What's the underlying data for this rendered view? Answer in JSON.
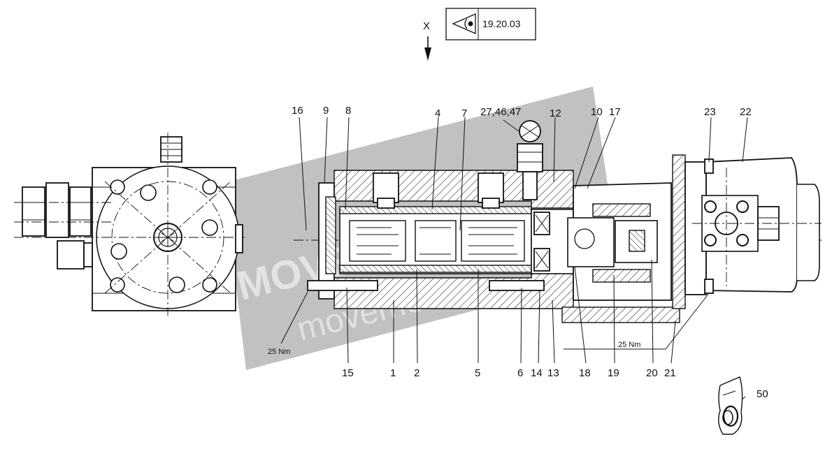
{
  "view": {
    "direction_label": "X",
    "reference_code": "19.20.03",
    "eye_icon": "eye-view-icon"
  },
  "watermark": {
    "brand": "MOVE",
    "sub": "movement"
  },
  "callouts": {
    "c16": "16",
    "c9": "9",
    "c8": "8",
    "c4": "4",
    "c7": "7",
    "c27": "27,46,47",
    "c12": "12",
    "c10": "10",
    "c17": "17",
    "c23": "23",
    "c22": "22",
    "c15": "15",
    "c1": "1",
    "c2": "2",
    "c5": "5",
    "c6": "6",
    "c14": "14",
    "c13": "13",
    "c18": "18",
    "c19": "19",
    "c20": "20",
    "c21": "21",
    "c50": "50"
  },
  "torques": {
    "left": "25 Nm",
    "right": "25 Nm"
  }
}
